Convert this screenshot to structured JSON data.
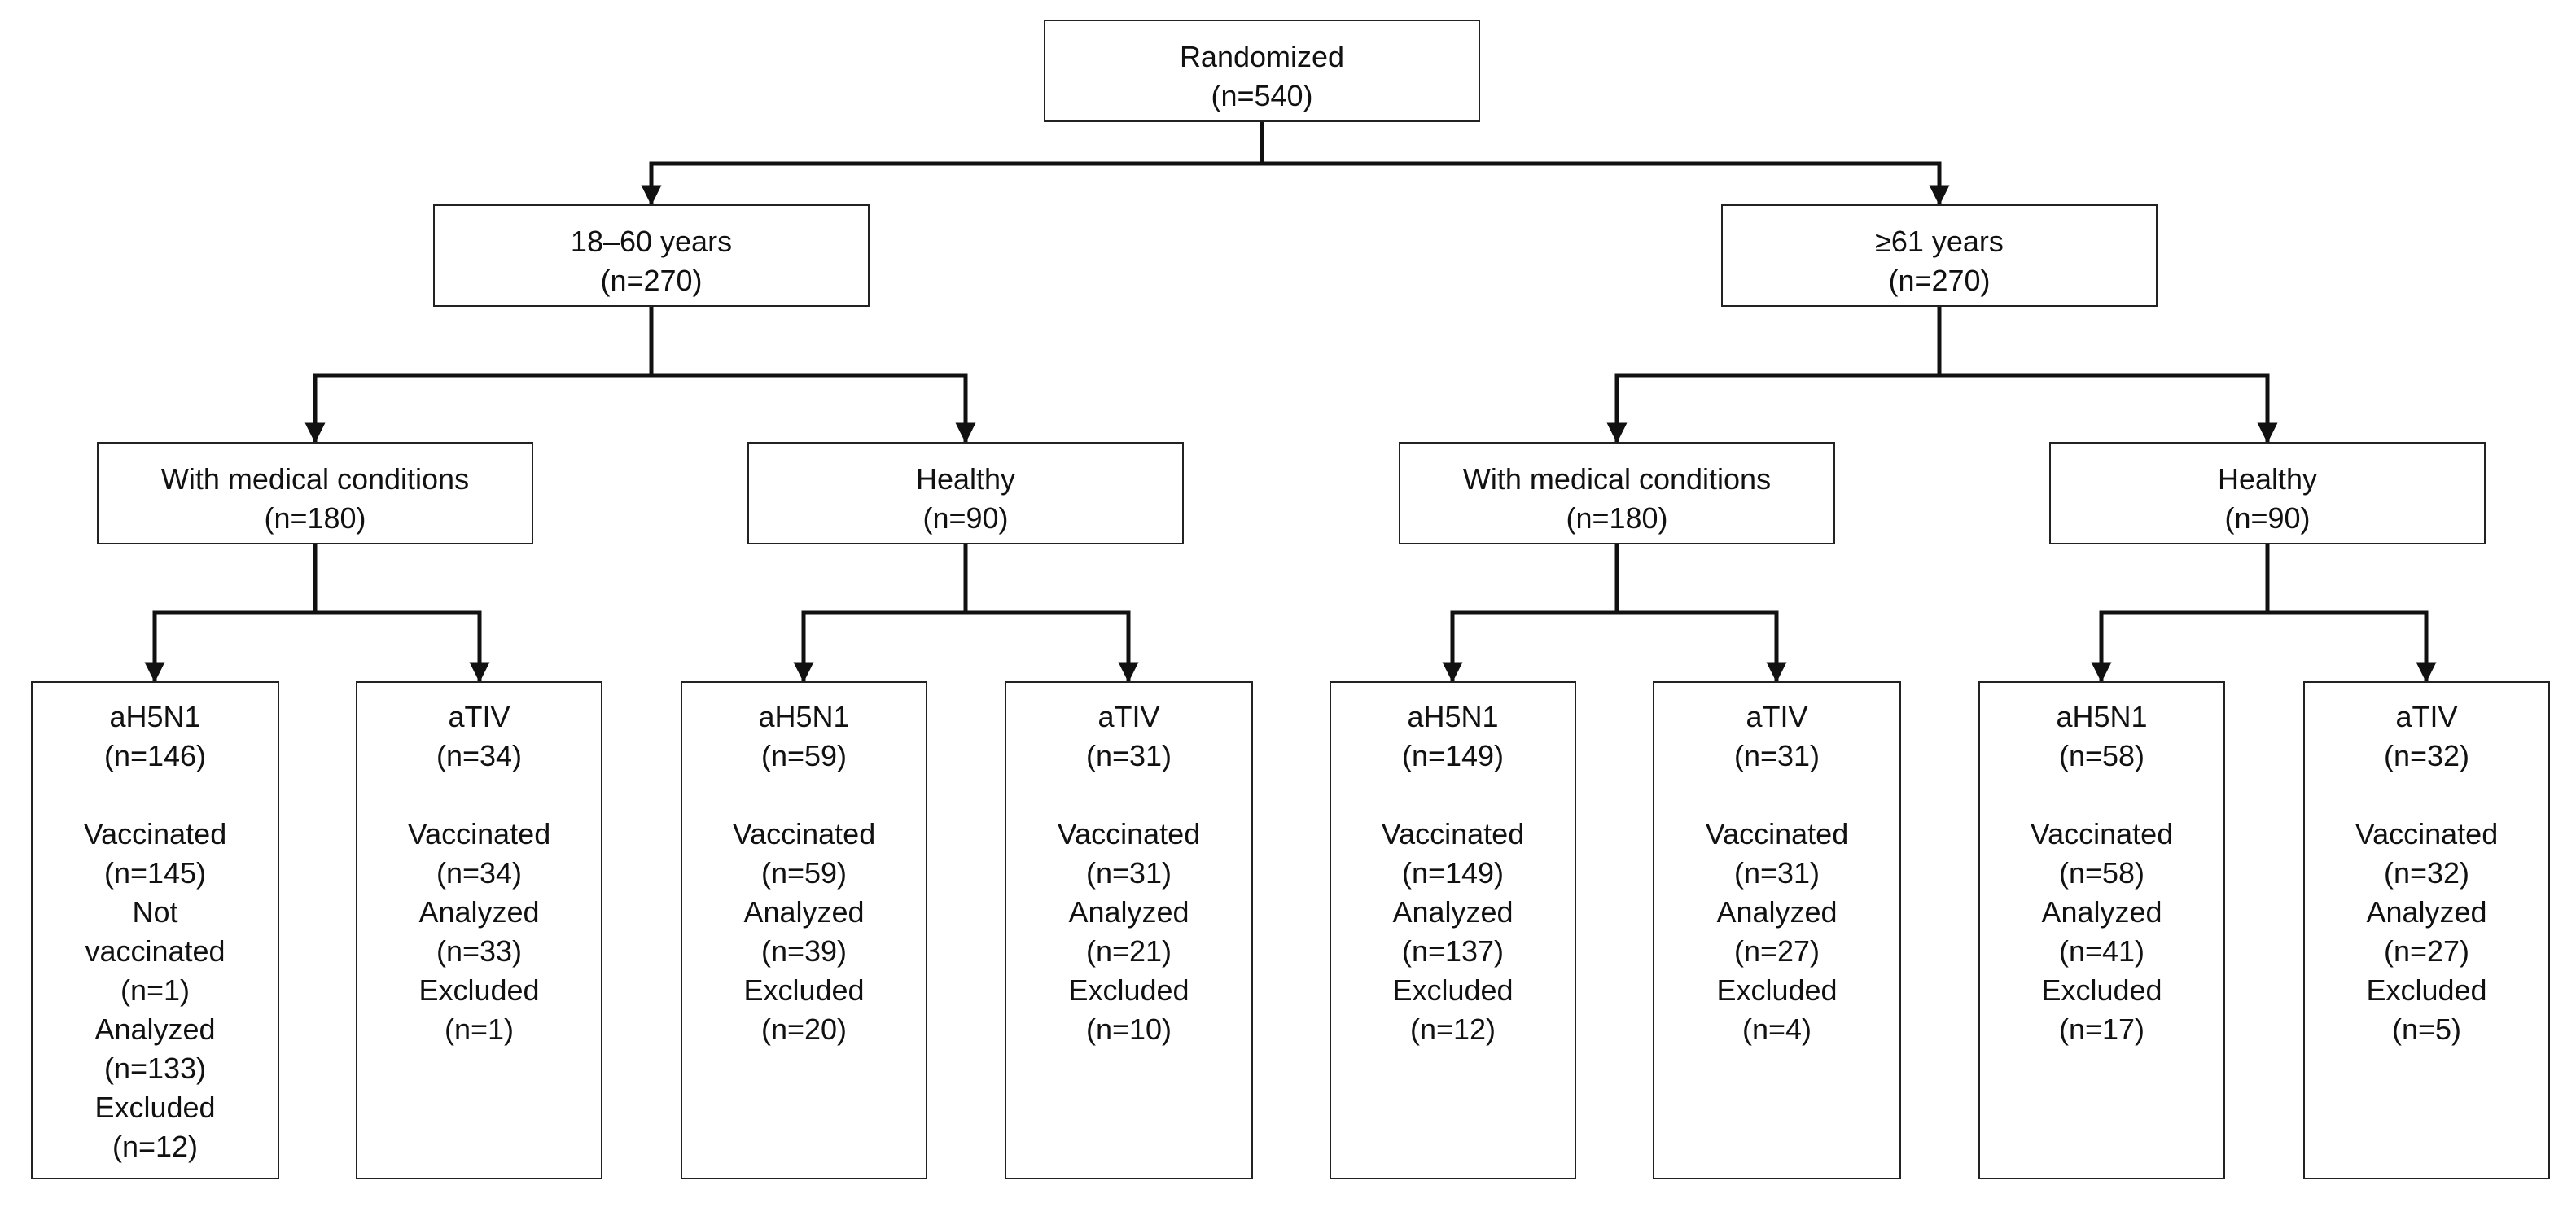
{
  "root": {
    "label": "Randomized",
    "n": "(n=540)"
  },
  "age_groups": [
    {
      "label": "18–60 years",
      "n": "(n=270)"
    },
    {
      "label": "≥61 years",
      "n": "(n=270)"
    }
  ],
  "subgroups": [
    {
      "label": "With medical conditions",
      "n": "(n=180)"
    },
    {
      "label": "Healthy",
      "n": "(n=90)"
    },
    {
      "label": "With medical conditions",
      "n": "(n=180)"
    },
    {
      "label": "Healthy",
      "n": "(n=90)"
    }
  ],
  "arms": [
    {
      "name": "aH5N1",
      "n": "(n=146)",
      "details": [
        "Vaccinated",
        "(n=145)",
        "Not",
        "vaccinated",
        "(n=1)",
        "Analyzed",
        "(n=133)",
        "Excluded",
        "(n=12)"
      ]
    },
    {
      "name": "aTIV",
      "n": "(n=34)",
      "details": [
        "Vaccinated",
        "(n=34)",
        "Analyzed",
        "(n=33)",
        "Excluded",
        "(n=1)"
      ]
    },
    {
      "name": "aH5N1",
      "n": "(n=59)",
      "details": [
        "Vaccinated",
        "(n=59)",
        "Analyzed",
        "(n=39)",
        "Excluded",
        "(n=20)"
      ]
    },
    {
      "name": "aTIV",
      "n": "(n=31)",
      "details": [
        "Vaccinated",
        "(n=31)",
        "Analyzed",
        "(n=21)",
        "Excluded",
        "(n=10)"
      ]
    },
    {
      "name": "aH5N1",
      "n": "(n=149)",
      "details": [
        "Vaccinated",
        "(n=149)",
        "Analyzed",
        "(n=137)",
        "Excluded",
        "(n=12)"
      ]
    },
    {
      "name": "aTIV",
      "n": "(n=31)",
      "details": [
        "Vaccinated",
        "(n=31)",
        "Analyzed",
        "(n=27)",
        "Excluded",
        "(n=4)"
      ]
    },
    {
      "name": "aH5N1",
      "n": "(n=58)",
      "details": [
        "Vaccinated",
        "(n=58)",
        "Analyzed",
        "(n=41)",
        "Excluded",
        "(n=17)"
      ]
    },
    {
      "name": "aTIV",
      "n": "(n=32)",
      "details": [
        "Vaccinated",
        "(n=32)",
        "Analyzed",
        "(n=27)",
        "Excluded",
        "(n=5)"
      ]
    }
  ]
}
